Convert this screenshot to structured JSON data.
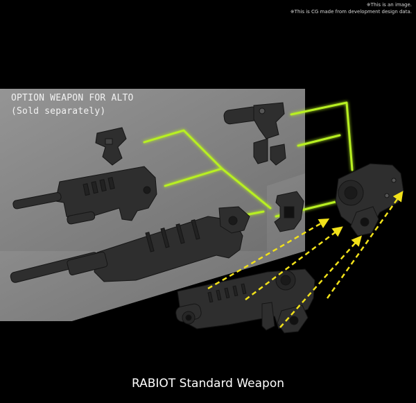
{
  "notes": {
    "line1": "※This is an image.",
    "line2": "※This is CG made from development design data."
  },
  "option_panel": {
    "title": "OPTION WEAPON FOR ALTO",
    "subtitle": "(Sold separately)"
  },
  "caption": "RABIOT Standard Weapon",
  "colors": {
    "background": "#000000",
    "panel": "#8a8a8a",
    "part_fill": "#2e2e2e",
    "glow_line": "#b8f020",
    "arrow": "#f2e21a"
  }
}
